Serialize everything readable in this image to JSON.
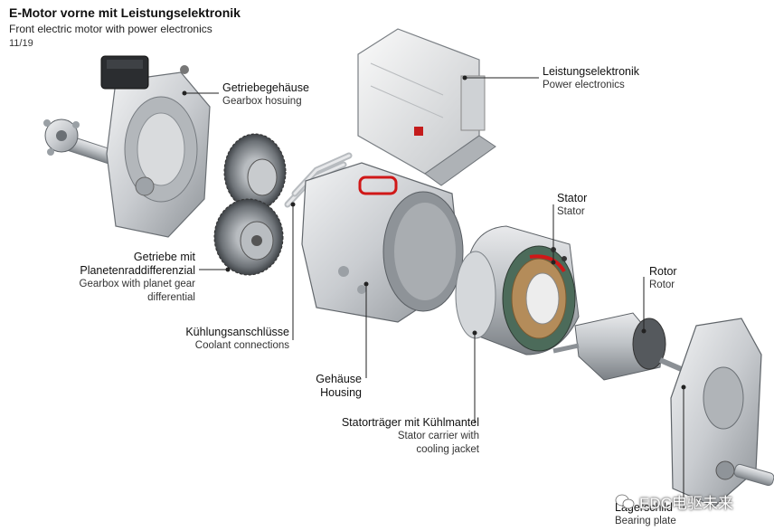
{
  "header": {
    "title": "E-Motor vorne mit Leistungselektronik",
    "subtitle": "Front electric motor with power electronics",
    "page": "11/19"
  },
  "labels": {
    "power_electronics": {
      "de": "Leistungselektronik",
      "en": "Power electronics"
    },
    "gearbox_housing": {
      "de": "Getriebegehäuse",
      "en": "Gearbox hosuing"
    },
    "gearbox": {
      "de1": "Getriebe mit",
      "de2": "Planetenraddifferenzial",
      "en1": "Gearbox with planet gear",
      "en2": "differential"
    },
    "coolant": {
      "de": "Kühlungsanschlüsse",
      "en": "Coolant connections"
    },
    "housing": {
      "de": "Gehäuse",
      "en": "Housing"
    },
    "stator_carrier": {
      "de": "Statorträger mit Kühlmantel",
      "en1": "Stator carrier with",
      "en2": "cooling jacket"
    },
    "stator": {
      "de": "Stator",
      "en": "Stator"
    },
    "rotor": {
      "de": "Rotor",
      "en": "Rotor"
    },
    "bearing_plate": {
      "de": "Lagerschild",
      "en": "Bearing plate"
    }
  },
  "watermark": {
    "text": "EDC电驱未来"
  },
  "colors": {
    "accent_red": "#d01818",
    "metal_light": "#d8dadc",
    "metal_dark": "#8a8f94"
  }
}
